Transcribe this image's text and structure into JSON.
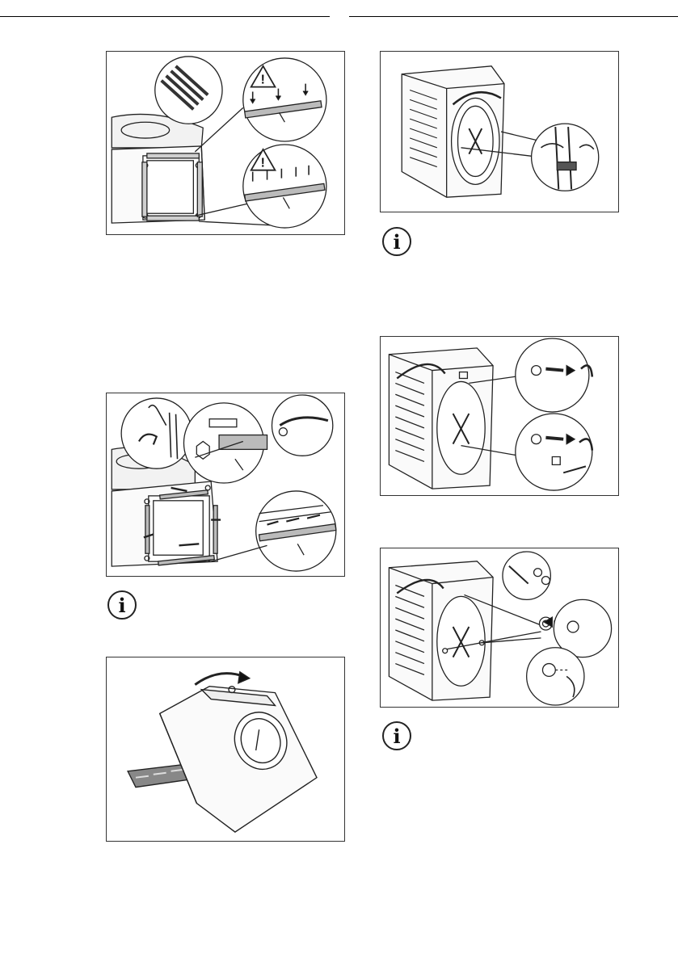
{
  "figures": [
    {
      "id": "fig-remove-transit-bolts-rails",
      "description_visible_text": ""
    },
    {
      "id": "fig-fit-rails-to-drum",
      "description_visible_text": ""
    },
    {
      "id": "fig-tilt-machine",
      "description_visible_text": ""
    },
    {
      "id": "fig-remove-hoses",
      "description_visible_text": ""
    },
    {
      "id": "fig-unscrew-transit-bolts",
      "description_visible_text": ""
    },
    {
      "id": "fig-insert-caps",
      "description_visible_text": ""
    }
  ],
  "info_icon_glyph": "i",
  "colors": {
    "line": "#222222",
    "fill_light": "#f2f2f2",
    "fill_grey": "#cfcfcf",
    "fill_dark": "#555555"
  }
}
